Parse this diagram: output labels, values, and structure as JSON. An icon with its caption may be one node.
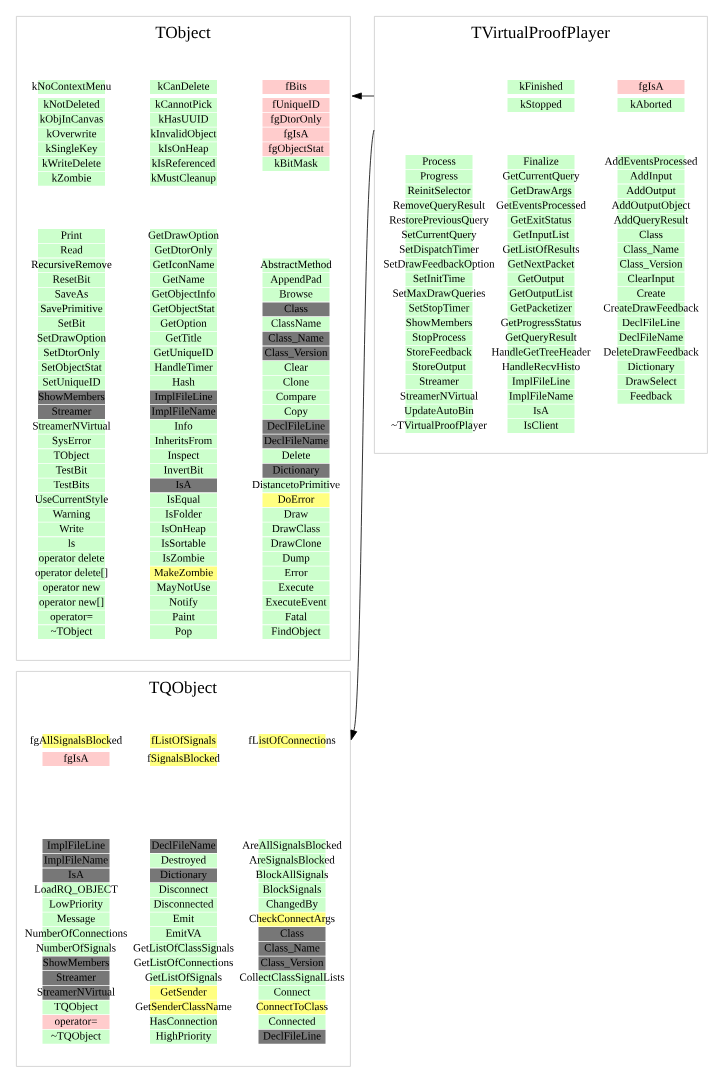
{
  "diagram": {
    "nodes": [
      {
        "text": [
          "TObject"
        ]
      },
      {
        "text": [
          "kNoContextMenu"
        ],
        "in": 0
      },
      {
        "text": [
          "kNotDeleted"
        ],
        "in": 0
      },
      {
        "text": [
          "kObjInCanvas"
        ],
        "in": 0
      },
      {
        "text": [
          "kOverwrite"
        ],
        "in": 0
      },
      {
        "text": [
          "kSingleKey"
        ],
        "in": 0
      },
      {
        "text": [
          "kWriteDelete"
        ],
        "in": 0
      },
      {
        "text": [
          "kZombie"
        ],
        "in": 0
      },
      {
        "text": [
          "kCanDelete"
        ],
        "in": 0
      },
      {
        "text": [
          "kCannotPick"
        ],
        "in": 0
      },
      {
        "text": [
          "kHasUUID"
        ],
        "in": 0
      },
      {
        "text": [
          "kInvalidObject"
        ],
        "in": 0
      },
      {
        "text": [
          "kIsOnHeap"
        ],
        "in": 0
      },
      {
        "text": [
          "kIsReferenced"
        ],
        "in": 0
      },
      {
        "text": [
          "kMustCleanup"
        ],
        "in": 0
      },
      {
        "text": [
          "fBits"
        ],
        "in": 0
      },
      {
        "text": [
          "fUniqueID"
        ],
        "in": 0
      },
      {
        "text": [
          "fgDtorOnly"
        ],
        "in": 0
      },
      {
        "text": [
          "fgIsA"
        ],
        "in": 0
      },
      {
        "text": [
          "fgObjectStat"
        ],
        "in": 0
      },
      {
        "text": [
          "kBitMask"
        ],
        "in": 0
      },
      {
        "text": [
          "Print"
        ],
        "in": 0
      },
      {
        "text": [
          "Read"
        ],
        "in": 0
      },
      {
        "text": [
          "RecursiveRemove"
        ],
        "in": 0
      },
      {
        "text": [
          "ResetBit"
        ],
        "in": 0
      },
      {
        "text": [
          "SaveAs"
        ],
        "in": 0
      },
      {
        "text": [
          "SavePrimitive"
        ],
        "in": 0
      },
      {
        "text": [
          "SetBit"
        ],
        "in": 0
      },
      {
        "text": [
          "SetDrawOption"
        ],
        "in": 0
      },
      {
        "text": [
          "SetDtorOnly"
        ],
        "in": 0
      },
      {
        "text": [
          "SetObjectStat"
        ],
        "in": 0
      },
      {
        "text": [
          "SetUniqueID"
        ],
        "in": 0
      },
      {
        "text": [
          "ShowMembers"
        ],
        "in": 0
      },
      {
        "text": [
          "Streamer"
        ],
        "in": 0
      },
      {
        "text": [
          "StreamerNVirtual"
        ],
        "in": 0
      },
      {
        "text": [
          "SysError"
        ],
        "in": 0
      },
      {
        "text": [
          "TObject"
        ],
        "in": 0
      },
      {
        "text": [
          "TestBit"
        ],
        "in": 0
      },
      {
        "text": [
          "TestBits"
        ],
        "in": 0
      },
      {
        "text": [
          "UseCurrentStyle"
        ],
        "in": 0
      },
      {
        "text": [
          "Warning"
        ],
        "in": 0
      },
      {
        "text": [
          "Write"
        ],
        "in": 0
      },
      {
        "text": [
          "ls"
        ],
        "in": 0
      },
      {
        "text": [
          "operator delete"
        ],
        "in": 0
      },
      {
        "text": [
          "operator delete[]"
        ],
        "in": 0
      },
      {
        "text": [
          "operator new"
        ],
        "in": 0
      },
      {
        "text": [
          "operator new[]"
        ],
        "in": 0
      },
      {
        "text": [
          "operator="
        ],
        "in": 0
      },
      {
        "text": [
          "~TObject"
        ],
        "in": 0
      },
      {
        "text": [
          "GetDrawOption"
        ],
        "in": 0
      },
      {
        "text": [
          "GetDtorOnly"
        ],
        "in": 0
      },
      {
        "text": [
          "GetIconName"
        ],
        "in": 0
      },
      {
        "text": [
          "GetName"
        ],
        "in": 0
      },
      {
        "text": [
          "GetObjectInfo"
        ],
        "in": 0
      },
      {
        "text": [
          "GetObjectStat"
        ],
        "in": 0
      },
      {
        "text": [
          "GetOption"
        ],
        "in": 0
      },
      {
        "text": [
          "GetTitle"
        ],
        "in": 0
      },
      {
        "text": [
          "GetUniqueID"
        ],
        "in": 0
      },
      {
        "text": [
          "HandleTimer"
        ],
        "in": 0
      },
      {
        "text": [
          "Hash"
        ],
        "in": 0
      },
      {
        "text": [
          "ImplFileLine"
        ],
        "in": 0
      },
      {
        "text": [
          "ImplFileName"
        ],
        "in": 0
      },
      {
        "text": [
          "Info"
        ],
        "in": 0
      },
      {
        "text": [
          "InheritsFrom"
        ],
        "in": 0
      },
      {
        "text": [
          "Inspect"
        ],
        "in": 0
      },
      {
        "text": [
          "InvertBit"
        ],
        "in": 0
      },
      {
        "text": [
          "IsA"
        ],
        "in": 0
      },
      {
        "text": [
          "IsEqual"
        ],
        "in": 0
      },
      {
        "text": [
          "IsFolder"
        ],
        "in": 0
      },
      {
        "text": [
          "IsOnHeap"
        ],
        "in": 0
      },
      {
        "text": [
          "IsSortable"
        ],
        "in": 0
      },
      {
        "text": [
          "IsZombie"
        ],
        "in": 0
      },
      {
        "text": [
          "MakeZombie"
        ],
        "in": 0
      },
      {
        "text": [
          "MayNotUse"
        ],
        "in": 0
      },
      {
        "text": [
          "Notify"
        ],
        "in": 0
      },
      {
        "text": [
          "Paint"
        ],
        "in": 0
      },
      {
        "text": [
          "Pop"
        ],
        "in": 0
      },
      {
        "text": [
          "AbstractMethod"
        ],
        "in": 0
      },
      {
        "text": [
          "AppendPad"
        ],
        "in": 0
      },
      {
        "text": [
          "Browse"
        ],
        "in": 0
      },
      {
        "text": [
          "Class"
        ],
        "in": 0
      },
      {
        "text": [
          "ClassName"
        ],
        "in": 0
      },
      {
        "text": [
          "Class_Name"
        ],
        "in": 0
      },
      {
        "text": [
          "Class_Version"
        ],
        "in": 0
      },
      {
        "text": [
          "Clear"
        ],
        "in": 0
      },
      {
        "text": [
          "Clone"
        ],
        "in": 0
      },
      {
        "text": [
          "Compare"
        ],
        "in": 0
      },
      {
        "text": [
          "Copy"
        ],
        "in": 0
      },
      {
        "text": [
          "DeclFileLine"
        ],
        "in": 0
      },
      {
        "text": [
          "DeclFileName"
        ],
        "in": 0
      },
      {
        "text": [
          "Delete"
        ],
        "in": 0
      },
      {
        "text": [
          "Dictionary"
        ],
        "in": 0
      },
      {
        "text": [
          "DistancetoPrimitive"
        ],
        "in": 0
      },
      {
        "text": [
          "DoError"
        ],
        "in": 0
      },
      {
        "text": [
          "Draw"
        ],
        "in": 0
      },
      {
        "text": [
          "DrawClass"
        ],
        "in": 0
      },
      {
        "text": [
          "DrawClone"
        ],
        "in": 0
      },
      {
        "text": [
          "Dump"
        ],
        "in": 0
      },
      {
        "text": [
          "Error"
        ],
        "in": 0
      },
      {
        "text": [
          "Execute"
        ],
        "in": 0
      },
      {
        "text": [
          "ExecuteEvent"
        ],
        "in": 0
      },
      {
        "text": [
          "Fatal"
        ],
        "in": 0
      },
      {
        "text": [
          "FindObject"
        ],
        "in": 0
      },
      {
        "text": [
          "TVirtualProofPlayer"
        ]
      },
      {
        "text": [
          "kFinished"
        ],
        "in": 103
      },
      {
        "text": [
          "kStopped"
        ],
        "in": 103
      },
      {
        "text": [
          "fgIsA"
        ],
        "in": 103
      },
      {
        "text": [
          "kAborted"
        ],
        "in": 103
      },
      {
        "text": [
          "Process"
        ],
        "in": 103
      },
      {
        "text": [
          "Progress"
        ],
        "in": 103
      },
      {
        "text": [
          "ReinitSelector"
        ],
        "in": 103
      },
      {
        "text": [
          "RemoveQueryResult"
        ],
        "in": 103
      },
      {
        "text": [
          "RestorePreviousQuery"
        ],
        "in": 103
      },
      {
        "text": [
          "SetCurrentQuery"
        ],
        "in": 103
      },
      {
        "text": [
          "SetDispatchTimer"
        ],
        "in": 103
      },
      {
        "text": [
          "SetDrawFeedbackOption"
        ],
        "in": 103
      },
      {
        "text": [
          "SetInitTime"
        ],
        "in": 103
      },
      {
        "text": [
          "SetMaxDrawQueries"
        ],
        "in": 103
      },
      {
        "text": [
          "SetStopTimer"
        ],
        "in": 103
      },
      {
        "text": [
          "ShowMembers"
        ],
        "in": 103
      },
      {
        "text": [
          "StopProcess"
        ],
        "in": 103
      },
      {
        "text": [
          "StoreFeedback"
        ],
        "in": 103
      },
      {
        "text": [
          "StoreOutput"
        ],
        "in": 103
      },
      {
        "text": [
          "Streamer"
        ],
        "in": 103
      },
      {
        "text": [
          "StreamerNVirtual"
        ],
        "in": 103
      },
      {
        "text": [
          "UpdateAutoBin"
        ],
        "in": 103
      },
      {
        "text": [
          "~TVirtualProofPlayer"
        ],
        "in": 103
      },
      {
        "text": [
          "Finalize"
        ],
        "in": 103
      },
      {
        "text": [
          "GetCurrentQuery"
        ],
        "in": 103
      },
      {
        "text": [
          "GetDrawArgs"
        ],
        "in": 103
      },
      {
        "text": [
          "GetEventsProcessed"
        ],
        "in": 103
      },
      {
        "text": [
          "GetExitStatus"
        ],
        "in": 103
      },
      {
        "text": [
          "GetInputList"
        ],
        "in": 103
      },
      {
        "text": [
          "GetListOfResults"
        ],
        "in": 103
      },
      {
        "text": [
          "GetNextPacket"
        ],
        "in": 103
      },
      {
        "text": [
          "GetOutput"
        ],
        "in": 103
      },
      {
        "text": [
          "GetOutputList"
        ],
        "in": 103
      },
      {
        "text": [
          "GetPacketizer"
        ],
        "in": 103
      },
      {
        "text": [
          "GetProgressStatus"
        ],
        "in": 103
      },
      {
        "text": [
          "GetQueryResult"
        ],
        "in": 103
      },
      {
        "text": [
          "HandleGetTreeHeader"
        ],
        "in": 103
      },
      {
        "text": [
          "HandleRecvHisto"
        ],
        "in": 103
      },
      {
        "text": [
          "ImplFileLine"
        ],
        "in": 103
      },
      {
        "text": [
          "ImplFileName"
        ],
        "in": 103
      },
      {
        "text": [
          "IsA"
        ],
        "in": 103
      },
      {
        "text": [
          "IsClient"
        ],
        "in": 103
      },
      {
        "text": [
          "AddEventsProcessed"
        ],
        "in": 103
      },
      {
        "text": [
          "AddInput"
        ],
        "in": 103
      },
      {
        "text": [
          "AddOutput"
        ],
        "in": 103
      },
      {
        "text": [
          "AddOutputObject"
        ],
        "in": 103
      },
      {
        "text": [
          "AddQueryResult"
        ],
        "in": 103
      },
      {
        "text": [
          "Class"
        ],
        "in": 103
      },
      {
        "text": [
          "Class_Name"
        ],
        "in": 103
      },
      {
        "text": [
          "Class_Version"
        ],
        "in": 103
      },
      {
        "text": [
          "ClearInput"
        ],
        "in": 103
      },
      {
        "text": [
          "Create"
        ],
        "in": 103
      },
      {
        "text": [
          "CreateDrawFeedback"
        ],
        "in": 103
      },
      {
        "text": [
          "DeclFileLine"
        ],
        "in": 103
      },
      {
        "text": [
          "DeclFileName"
        ],
        "in": 103
      },
      {
        "text": [
          "DeleteDrawFeedback"
        ],
        "in": 103
      },
      {
        "text": [
          "Dictionary"
        ],
        "in": 103
      },
      {
        "text": [
          "DrawSelect"
        ],
        "in": 103
      },
      {
        "text": [
          "Feedback"
        ],
        "in": 103
      },
      {
        "text": [
          "TQObject"
        ]
      },
      {
        "text": [
          "fgAllSignalsBlocked"
        ],
        "in": 163
      },
      {
        "text": [
          "fgIsA"
        ],
        "in": 163
      },
      {
        "text": [
          "fListOfSignals"
        ],
        "in": 163
      },
      {
        "text": [
          "fSignalsBlocked"
        ],
        "in": 163
      },
      {
        "text": [
          "fListOfConnections"
        ],
        "in": 163
      },
      {
        "text": [
          "ImplFileLine"
        ],
        "in": 163
      },
      {
        "text": [
          "ImplFileName"
        ],
        "in": 163
      },
      {
        "text": [
          "IsA"
        ],
        "in": 163
      },
      {
        "text": [
          "LoadRQ_OBJECT"
        ],
        "in": 163
      },
      {
        "text": [
          "LowPriority"
        ],
        "in": 163
      },
      {
        "text": [
          "Message"
        ],
        "in": 163
      },
      {
        "text": [
          "NumberOfConnections"
        ],
        "in": 163
      },
      {
        "text": [
          "NumberOfSignals"
        ],
        "in": 163
      },
      {
        "text": [
          "ShowMembers"
        ],
        "in": 163
      },
      {
        "text": [
          "Streamer"
        ],
        "in": 163
      },
      {
        "text": [
          "StreamerNVirtual"
        ],
        "in": 163
      },
      {
        "text": [
          "TQObject"
        ],
        "in": 163
      },
      {
        "text": [
          "operator="
        ],
        "in": 163
      },
      {
        "text": [
          "~TQObject"
        ],
        "in": 163
      },
      {
        "text": [
          "DeclFileName"
        ],
        "in": 163
      },
      {
        "text": [
          "Destroyed"
        ],
        "in": 163
      },
      {
        "text": [
          "Dictionary"
        ],
        "in": 163
      },
      {
        "text": [
          "Disconnect"
        ],
        "in": 163
      },
      {
        "text": [
          "Disconnected"
        ],
        "in": 163
      },
      {
        "text": [
          "Emit"
        ],
        "in": 163
      },
      {
        "text": [
          "EmitVA"
        ],
        "in": 163
      },
      {
        "text": [
          "GetListOfClassSignals"
        ],
        "in": 163
      },
      {
        "text": [
          "GetListOfConnections"
        ],
        "in": 163
      },
      {
        "text": [
          "GetListOfSignals"
        ],
        "in": 163
      },
      {
        "text": [
          "GetSender"
        ],
        "in": 163
      },
      {
        "text": [
          "GetSenderClassName"
        ],
        "in": 163
      },
      {
        "text": [
          "HasConnection"
        ],
        "in": 163
      },
      {
        "text": [
          "HighPriority"
        ],
        "in": 163
      },
      {
        "text": [
          "AreAllSignalsBlocked"
        ],
        "in": 163
      },
      {
        "text": [
          "AreSignalsBlocked"
        ],
        "in": 163
      },
      {
        "text": [
          "BlockAllSignals"
        ],
        "in": 163
      },
      {
        "text": [
          "BlockSignals"
        ],
        "in": 163
      },
      {
        "text": [
          "ChangedBy"
        ],
        "in": 163
      },
      {
        "text": [
          "CheckConnectArgs"
        ],
        "in": 163
      },
      {
        "text": [
          "Class"
        ],
        "in": 163
      },
      {
        "text": [
          "Class_Name"
        ],
        "in": 163
      },
      {
        "text": [
          "Class_Version"
        ],
        "in": 163
      },
      {
        "text": [
          "CollectClassSignalLists"
        ],
        "in": 163
      },
      {
        "text": [
          "Connect"
        ],
        "in": 163
      },
      {
        "text": [
          "ConnectToClass"
        ],
        "in": 163
      },
      {
        "text": [
          "Connected"
        ],
        "in": 163
      },
      {
        "text": [
          "DeclFileLine"
        ],
        "in": 163
      }
    ],
    "edges": [
      {
        "from": 103,
        "to": 0,
        "arrow": "to"
      },
      {
        "from": 103,
        "to": 163,
        "arrow": "to"
      }
    ]
  }
}
